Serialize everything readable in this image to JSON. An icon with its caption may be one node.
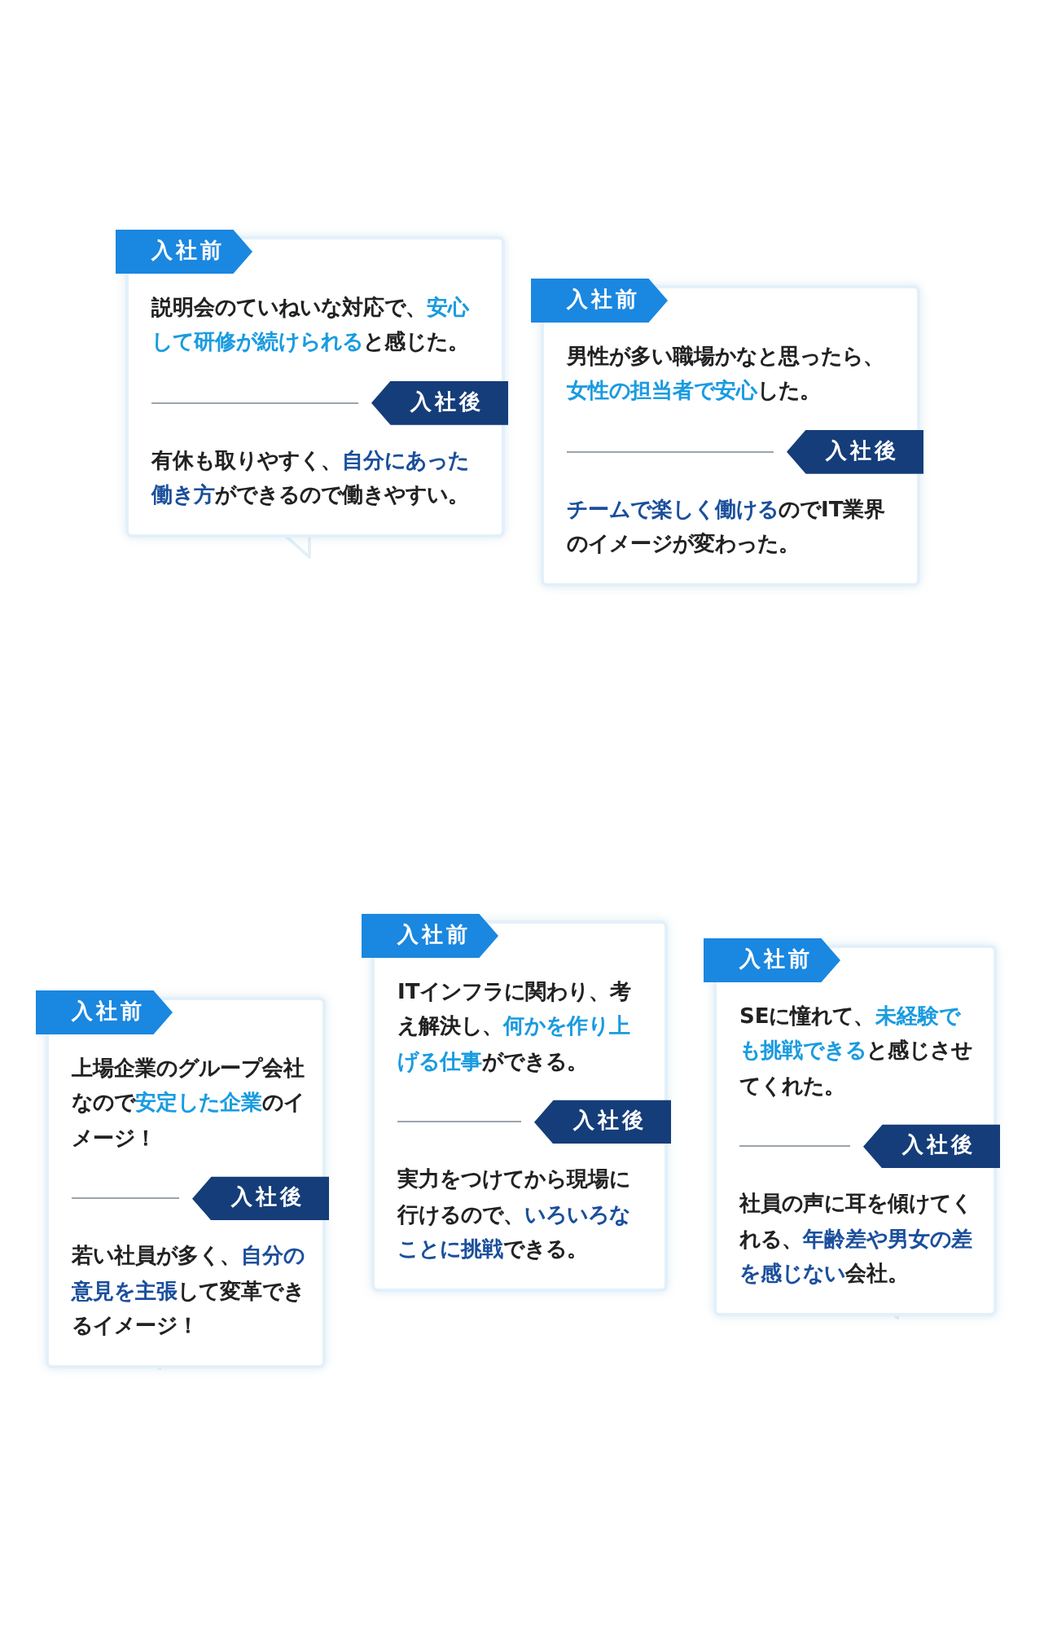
{
  "diagram": {
    "nodes": [
      {
        "text": [
          "入社前",
          "説明会のていねいな対応で、**安心して研修が続けられる**と感じた。",
          "入社後",
          "有休も取りやすく、**自分にあった働き方**ができるので働きやすい。"
        ]
      },
      {
        "text": [
          "入社前",
          "男性が多い職場かなと思ったら、**女性の担当者で安心**した。",
          "入社後",
          "**チームで楽しく働ける**のでIT業界のイメージが変わった。"
        ]
      },
      {
        "text": [
          "入社前",
          "上場企業のグループ会社なので**安定した企業**のイメージ！",
          "入社後",
          "若い社員が多く、**自分の意見を主張**して変革できるイメージ！"
        ]
      },
      {
        "text": [
          "入社前",
          "ITインフラに関わり、考え解決し、**何かを作り上げる仕事**ができる。",
          "入社後",
          "実力をつけてから現場に行けるので、**いろいろなことに挑戦**できる。"
        ]
      },
      {
        "text": [
          "入社前",
          "SEに憧れて、**未経験でも挑戦できる**と感じさせてくれた。",
          "入社後",
          "社員の声に耳を傾けてくれる、**年齢差や男女の差を感じない**会社。"
        ]
      }
    ]
  }
}
